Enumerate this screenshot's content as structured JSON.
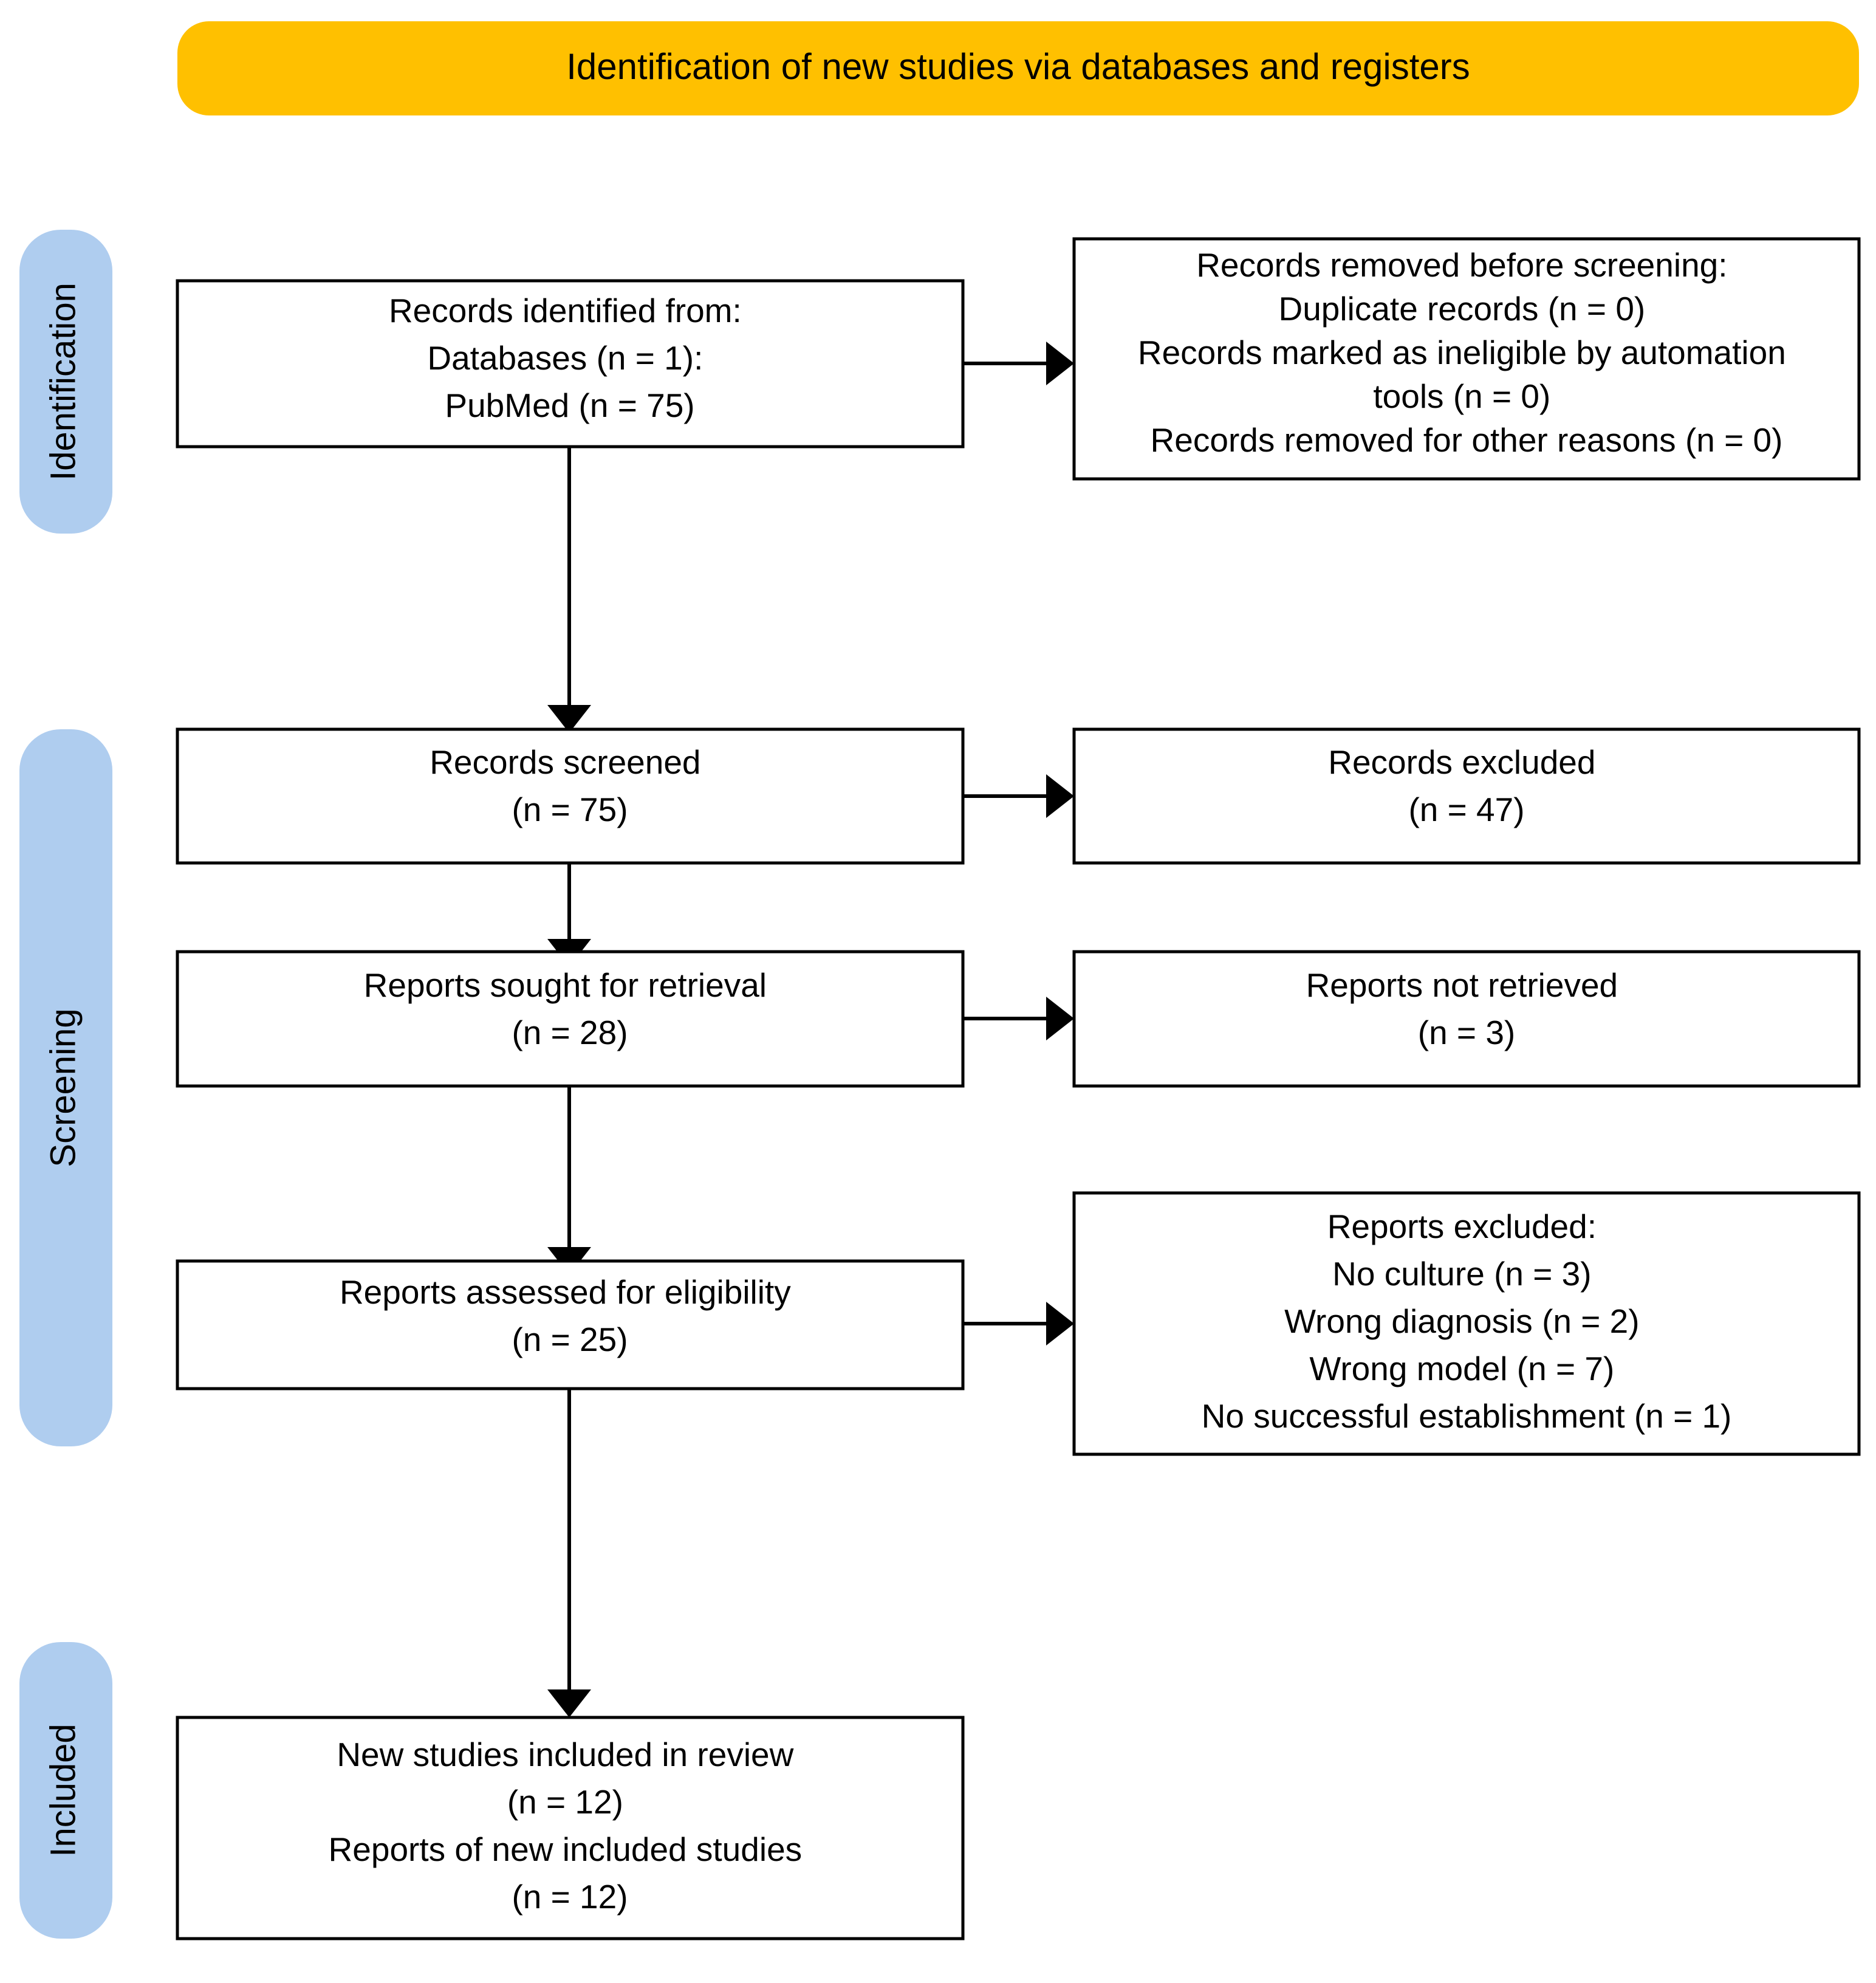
{
  "banner": {
    "title": "Identification of new studies via databases and registers",
    "color": "#FFC000"
  },
  "stage_labels": {
    "color": "#AFCDEF",
    "identification": "Identification",
    "screening": "Screening",
    "included": "Included"
  },
  "boxes": {
    "records_identified": {
      "lines": [
        "Records identified from:",
        "Databases (n = 1):",
        "PubMed (n = 75)"
      ]
    },
    "records_removed": {
      "lines": [
        "Records removed before screening:",
        "Duplicate records (n = 0)",
        "Records marked as ineligible by automation",
        "tools (n = 0)",
        "Records removed for other reasons (n = 0)"
      ]
    },
    "records_screened": {
      "lines": [
        "Records screened",
        "(n = 75)"
      ]
    },
    "records_excluded": {
      "lines": [
        "Records excluded",
        "(n = 47)"
      ]
    },
    "reports_sought": {
      "lines": [
        "Reports sought for retrieval",
        "(n = 28)"
      ]
    },
    "reports_not_retrieved": {
      "lines": [
        "Reports not retrieved",
        "(n = 3)"
      ]
    },
    "reports_assessed": {
      "lines": [
        "Reports assessed for eligibility",
        "(n = 25)"
      ]
    },
    "reports_excluded": {
      "lines": [
        "Reports excluded:",
        "No culture (n = 3)",
        "Wrong diagnosis (n = 2)",
        "Wrong model (n = 7)",
        "No successful establishment (n = 1)"
      ]
    },
    "new_studies_included": {
      "lines": [
        "New studies included in review",
        "(n = 12)",
        "Reports of new included studies",
        "(n = 12)"
      ]
    }
  }
}
